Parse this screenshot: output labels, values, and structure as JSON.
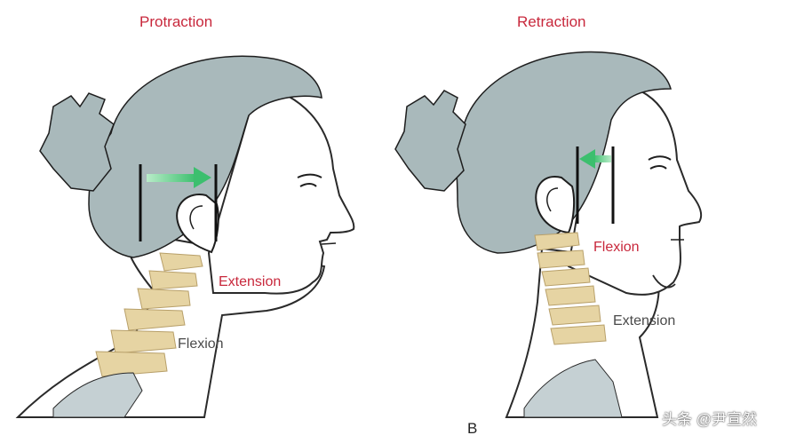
{
  "left_panel": {
    "title": "Protraction",
    "upper_label": "Extension",
    "lower_label": "Flexion"
  },
  "right_panel": {
    "title": "Retraction",
    "upper_label": "Flexion",
    "lower_label": "Extension",
    "panel_letter": "B"
  },
  "watermark": {
    "text": "头条 @尹宣然"
  },
  "colors": {
    "label_red": "#c8283c",
    "label_gray": "#4a4a4a",
    "hair": "#a9b9bb",
    "spine": "#e6d4a3",
    "arrow": "#55c47f",
    "skin_outline": "#2a2a2a"
  },
  "icons": {
    "arrow_left_panel": "arrow-right-icon",
    "arrow_right_panel": "arrow-left-icon"
  }
}
